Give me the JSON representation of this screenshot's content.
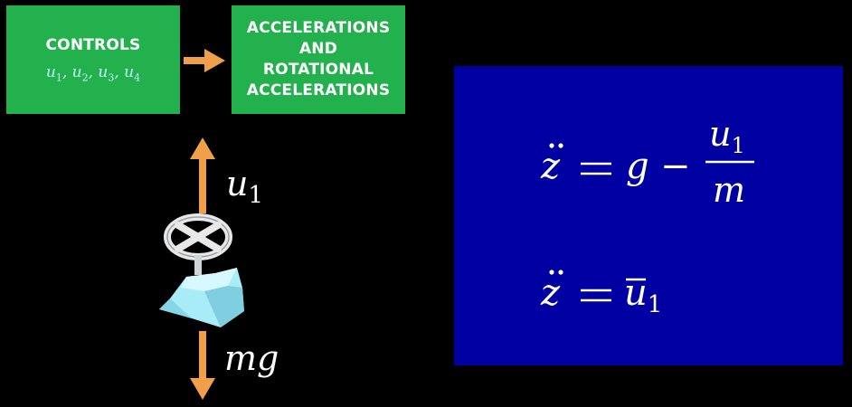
{
  "controls_box": {
    "title": "CONTROLS",
    "variables": [
      {
        "symbol": "u",
        "sub": "1"
      },
      {
        "symbol": "u",
        "sub": "2"
      },
      {
        "symbol": "u",
        "sub": "3"
      },
      {
        "symbol": "u",
        "sub": "4"
      }
    ]
  },
  "accelerations_box": {
    "title_lines": [
      "ACCELERATIONS",
      "AND",
      "ROTATIONAL",
      "ACCELERATIONS"
    ]
  },
  "forces": {
    "thrust": {
      "symbol": "u",
      "sub": "1"
    },
    "weight": {
      "symbol": "mg"
    }
  },
  "equations": {
    "eq1": {
      "lhs": "z",
      "rhs_g": "g",
      "minus": "−",
      "num_symbol": "u",
      "num_sub": "1",
      "den": "m"
    },
    "eq2": {
      "lhs": "z",
      "rhs_symbol": "u",
      "rhs_sub": "1"
    }
  },
  "colors": {
    "background": "#000000",
    "box_green": "#22b14c",
    "arrow_orange": "#f0a04b",
    "panel_blue": "#0000a2",
    "drone_cyan": "#a8ecf8"
  }
}
